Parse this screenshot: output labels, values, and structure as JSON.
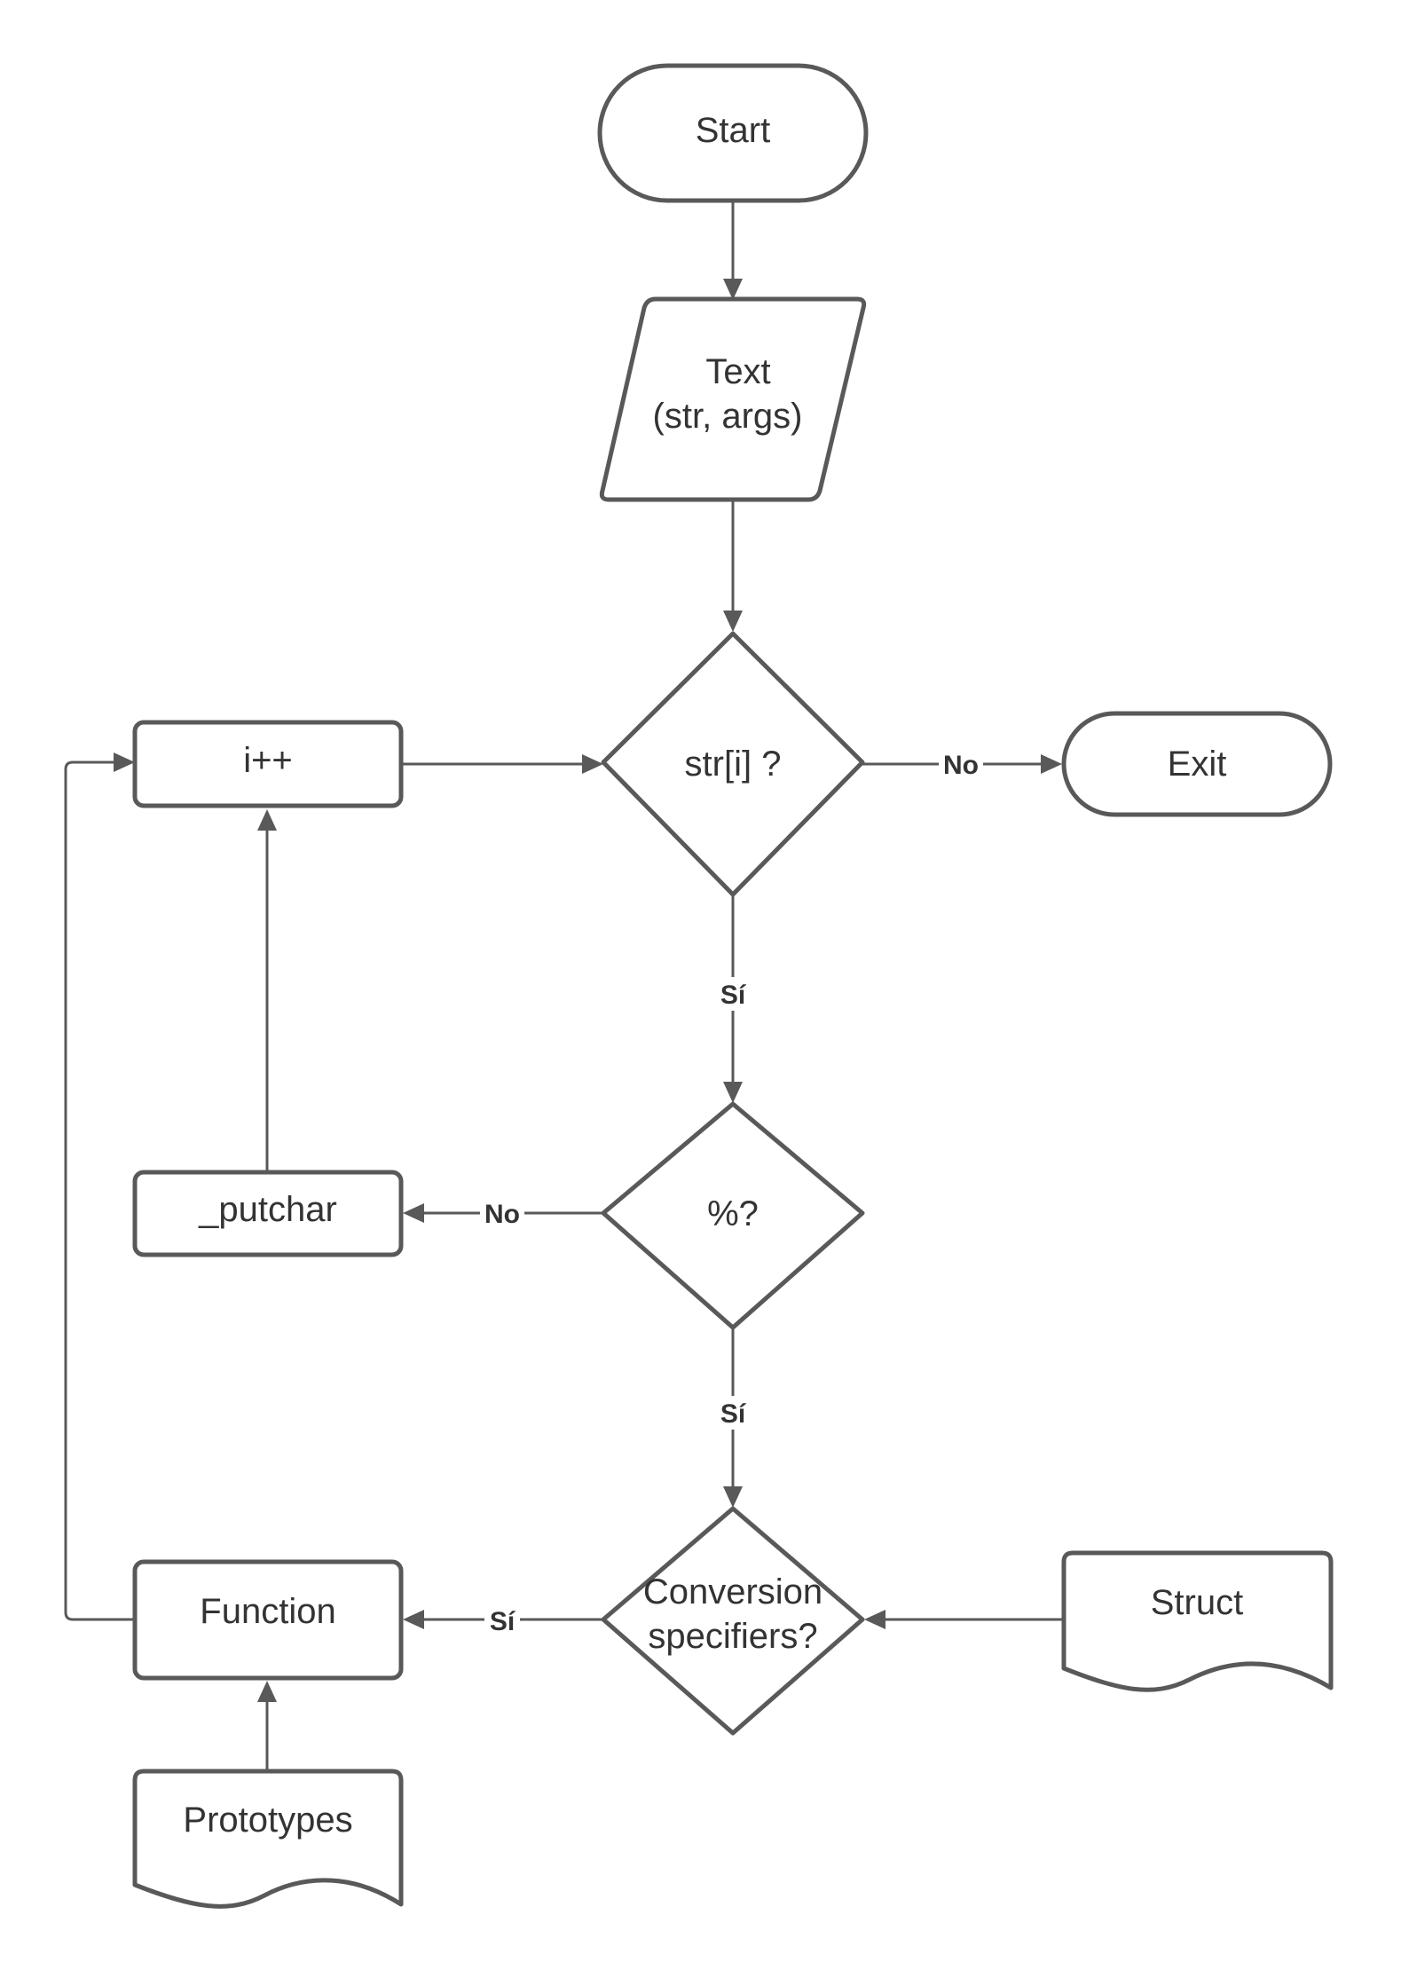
{
  "colors": {
    "stroke": "#595959",
    "text": "#333333",
    "background": "#ffffff"
  },
  "nodes": {
    "start": {
      "label": "Start"
    },
    "text_input": {
      "line1": "Text",
      "line2": "(str, args)"
    },
    "str_check": {
      "label": "str[i] ?"
    },
    "exit": {
      "label": "Exit"
    },
    "increment": {
      "label": "i++"
    },
    "percent_check": {
      "label": "%?"
    },
    "putchar": {
      "label": "_putchar"
    },
    "conversion_check": {
      "line1": "Conversion",
      "line2": "specifiers?"
    },
    "function": {
      "label": "Function"
    },
    "struct": {
      "label": "Struct"
    },
    "prototypes": {
      "label": "Prototypes"
    }
  },
  "edges": {
    "str_to_exit": {
      "label": "No"
    },
    "str_to_percent": {
      "label": "Sí"
    },
    "percent_to_putchar": {
      "label": "No"
    },
    "percent_to_conversion": {
      "label": "Sí"
    },
    "conversion_to_function": {
      "label": "Sí"
    }
  }
}
